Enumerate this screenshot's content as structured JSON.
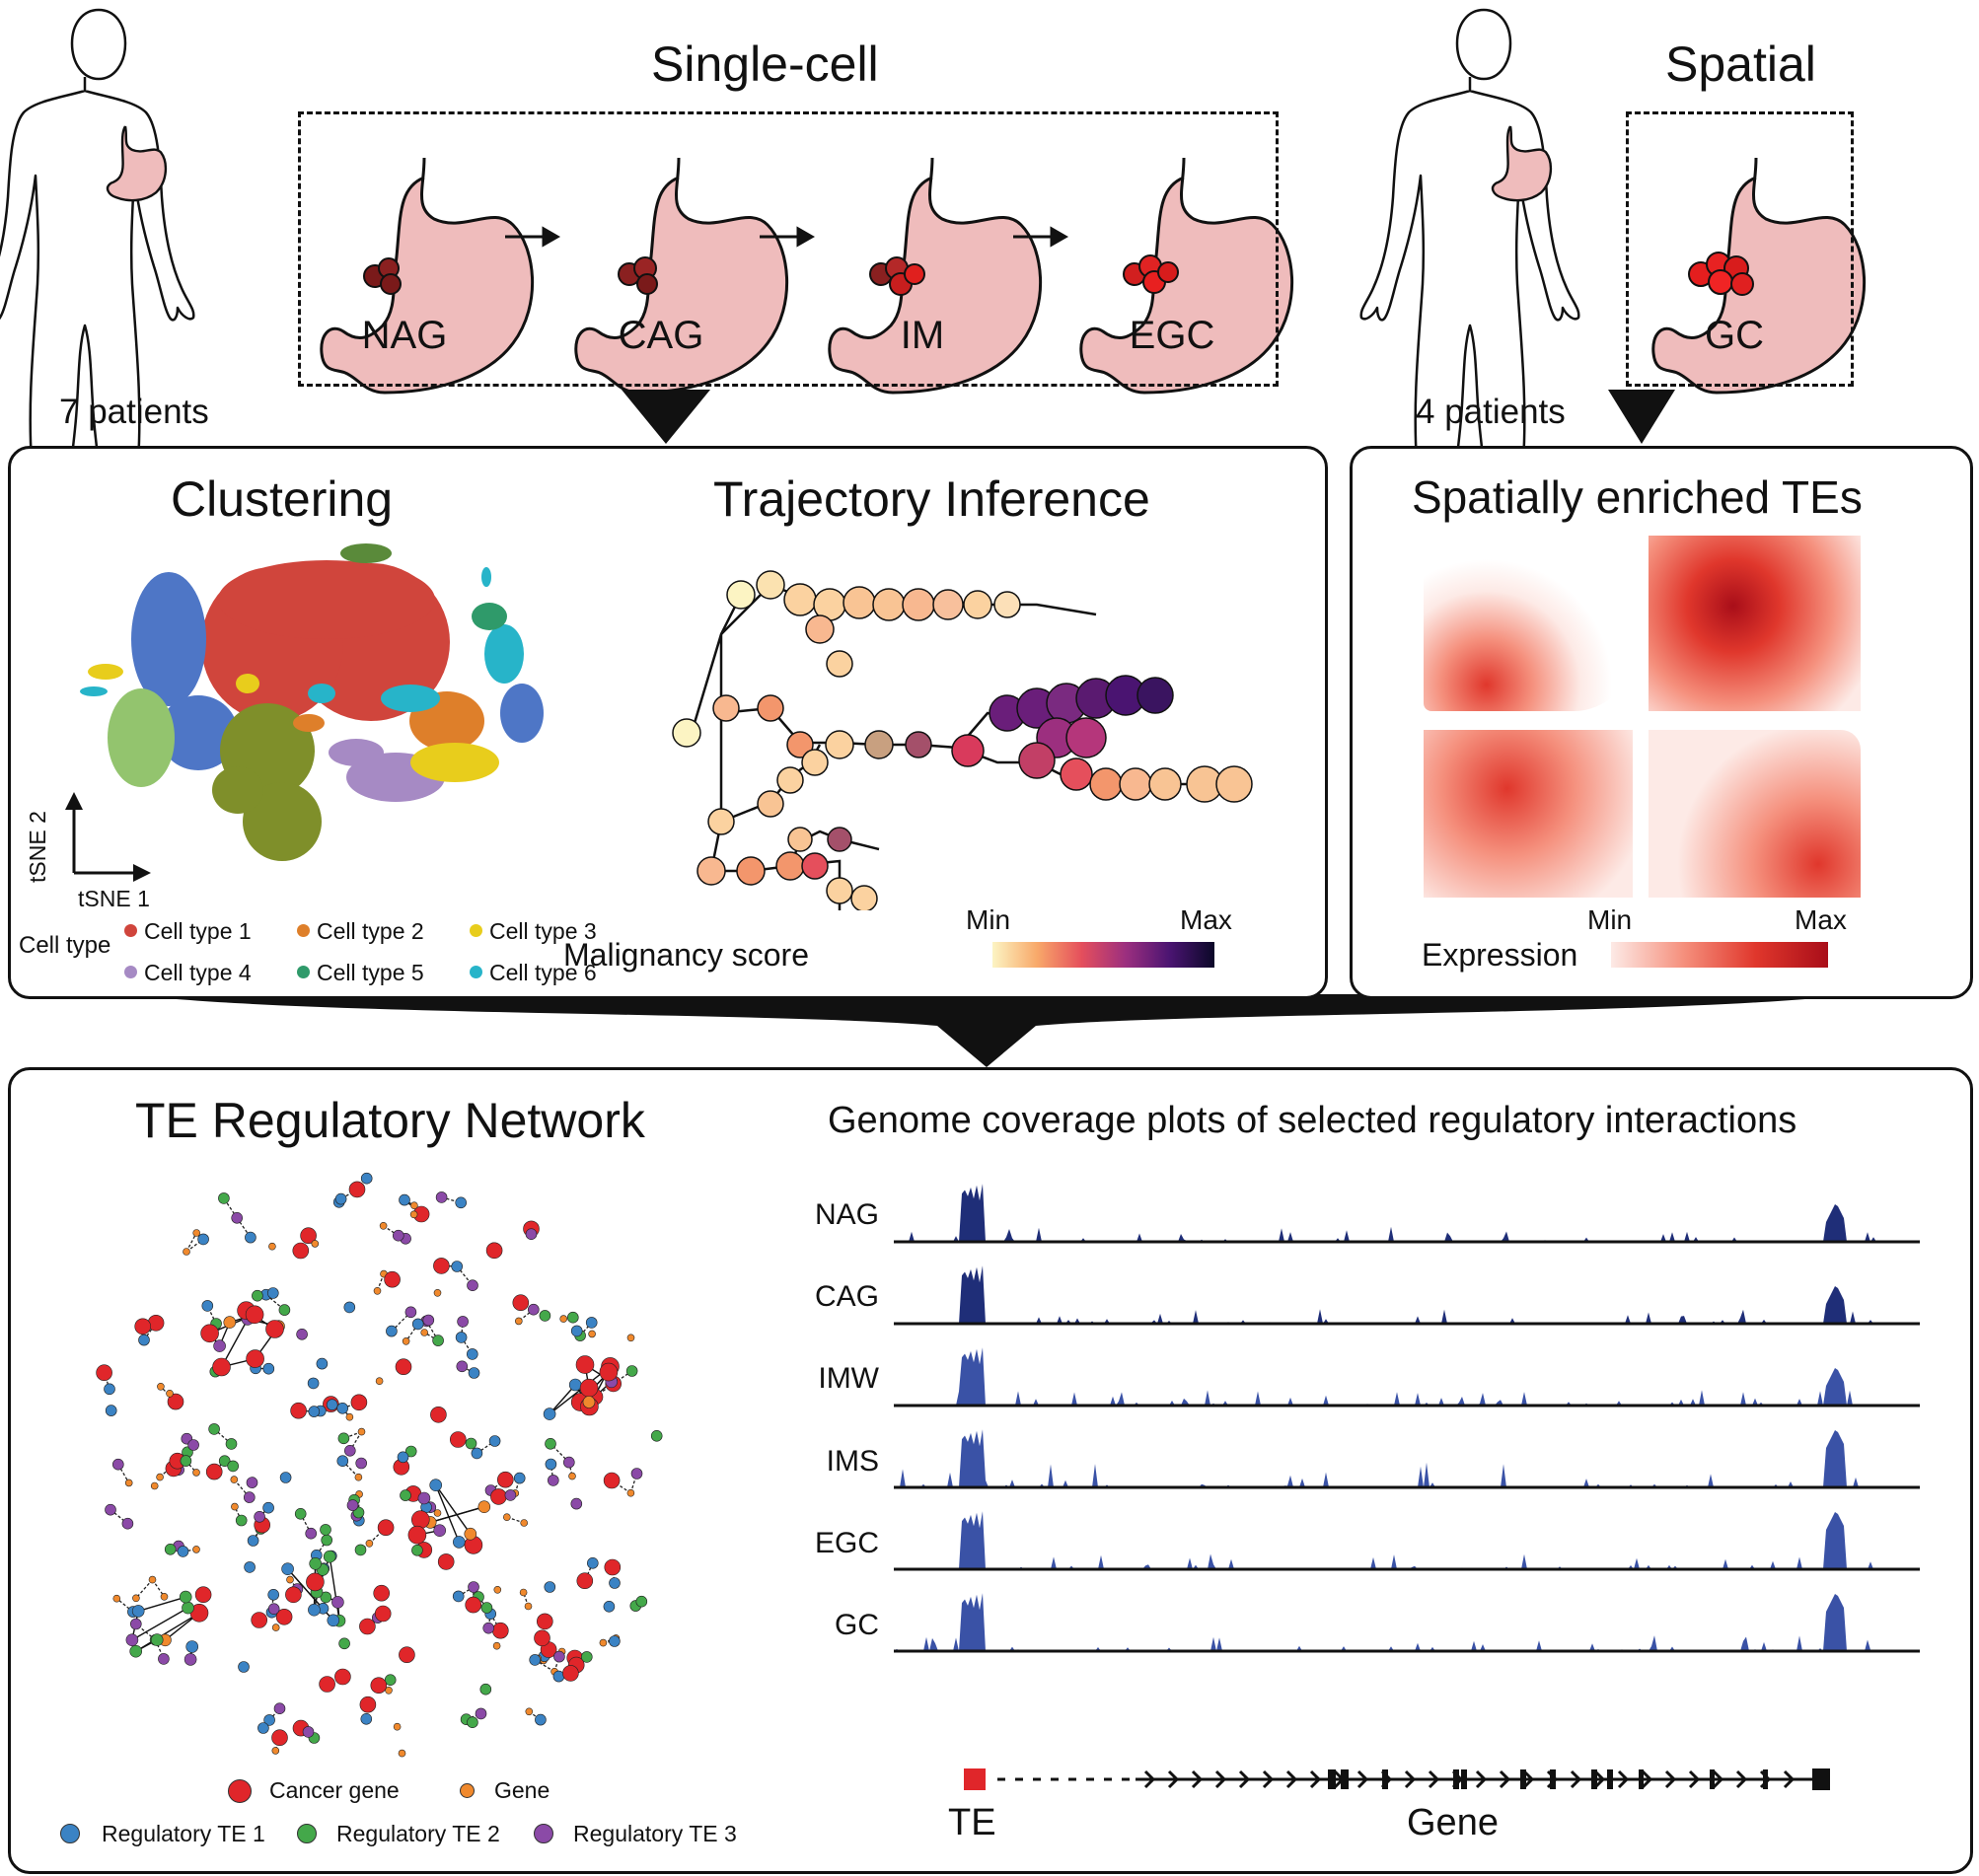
{
  "top": {
    "singlecell_title": "Single-cell",
    "spatial_title": "Spatial",
    "patients_left": "7 patients",
    "patients_right": "4 patients",
    "stages": [
      "NAG",
      "CAG",
      "IM",
      "EGC"
    ],
    "spatial_stage": "GC"
  },
  "panel1": {
    "clustering_title": "Clustering",
    "trajectory_title": "Trajectory Inference",
    "axis_y": "tSNE 2",
    "axis_x": "tSNE 1",
    "celltype_label": "Cell type",
    "cell_types": [
      {
        "name": "Cell type 1",
        "color": "#d0453c"
      },
      {
        "name": "Cell type 2",
        "color": "#de7f2a"
      },
      {
        "name": "Cell type 3",
        "color": "#e8cd1c"
      },
      {
        "name": "Cell type 4",
        "color": "#a68ac4"
      },
      {
        "name": "Cell type 5",
        "color": "#2f9a6a"
      },
      {
        "name": "Cell type 6",
        "color": "#27b4c9"
      }
    ],
    "malignancy_label": "Malignancy score",
    "scale_min": "Min",
    "scale_max": "Max",
    "malignancy_colors": [
      "#fcf4c3",
      "#f8a96a",
      "#e54f5c",
      "#9c2f7f",
      "#4a1471",
      "#0b0828"
    ]
  },
  "panel2": {
    "title": "Spatially enriched TEs",
    "expression_label": "Expression",
    "scale_min": "Min",
    "scale_max": "Max",
    "expression_colors": [
      "#fdeae6",
      "#f5907d",
      "#e0372c",
      "#a90e19"
    ]
  },
  "panel3": {
    "network_title": "TE Regulatory Network",
    "coverage_title": "Genome coverage plots of selected regulatory interactions",
    "node_legend": [
      {
        "name": "Cancer gene",
        "color": "#e0262a"
      },
      {
        "name": "Gene",
        "color": "#f0892d"
      },
      {
        "name": "Regulatory TE 1",
        "color": "#3b83c4"
      },
      {
        "name": "Regulatory TE 2",
        "color": "#44a84a"
      },
      {
        "name": "Regulatory TE 3",
        "color": "#8b4aa7"
      }
    ],
    "tracks": [
      {
        "name": "NAG",
        "color": "#1f2e78"
      },
      {
        "name": "CAG",
        "color": "#1f2e78"
      },
      {
        "name": "IMW",
        "color": "#3a52a6"
      },
      {
        "name": "IMS",
        "color": "#3a52a6"
      },
      {
        "name": "EGC",
        "color": "#3a52a6"
      },
      {
        "name": "GC",
        "color": "#3a52a6"
      }
    ],
    "te_label": "TE",
    "gene_label": "Gene"
  }
}
